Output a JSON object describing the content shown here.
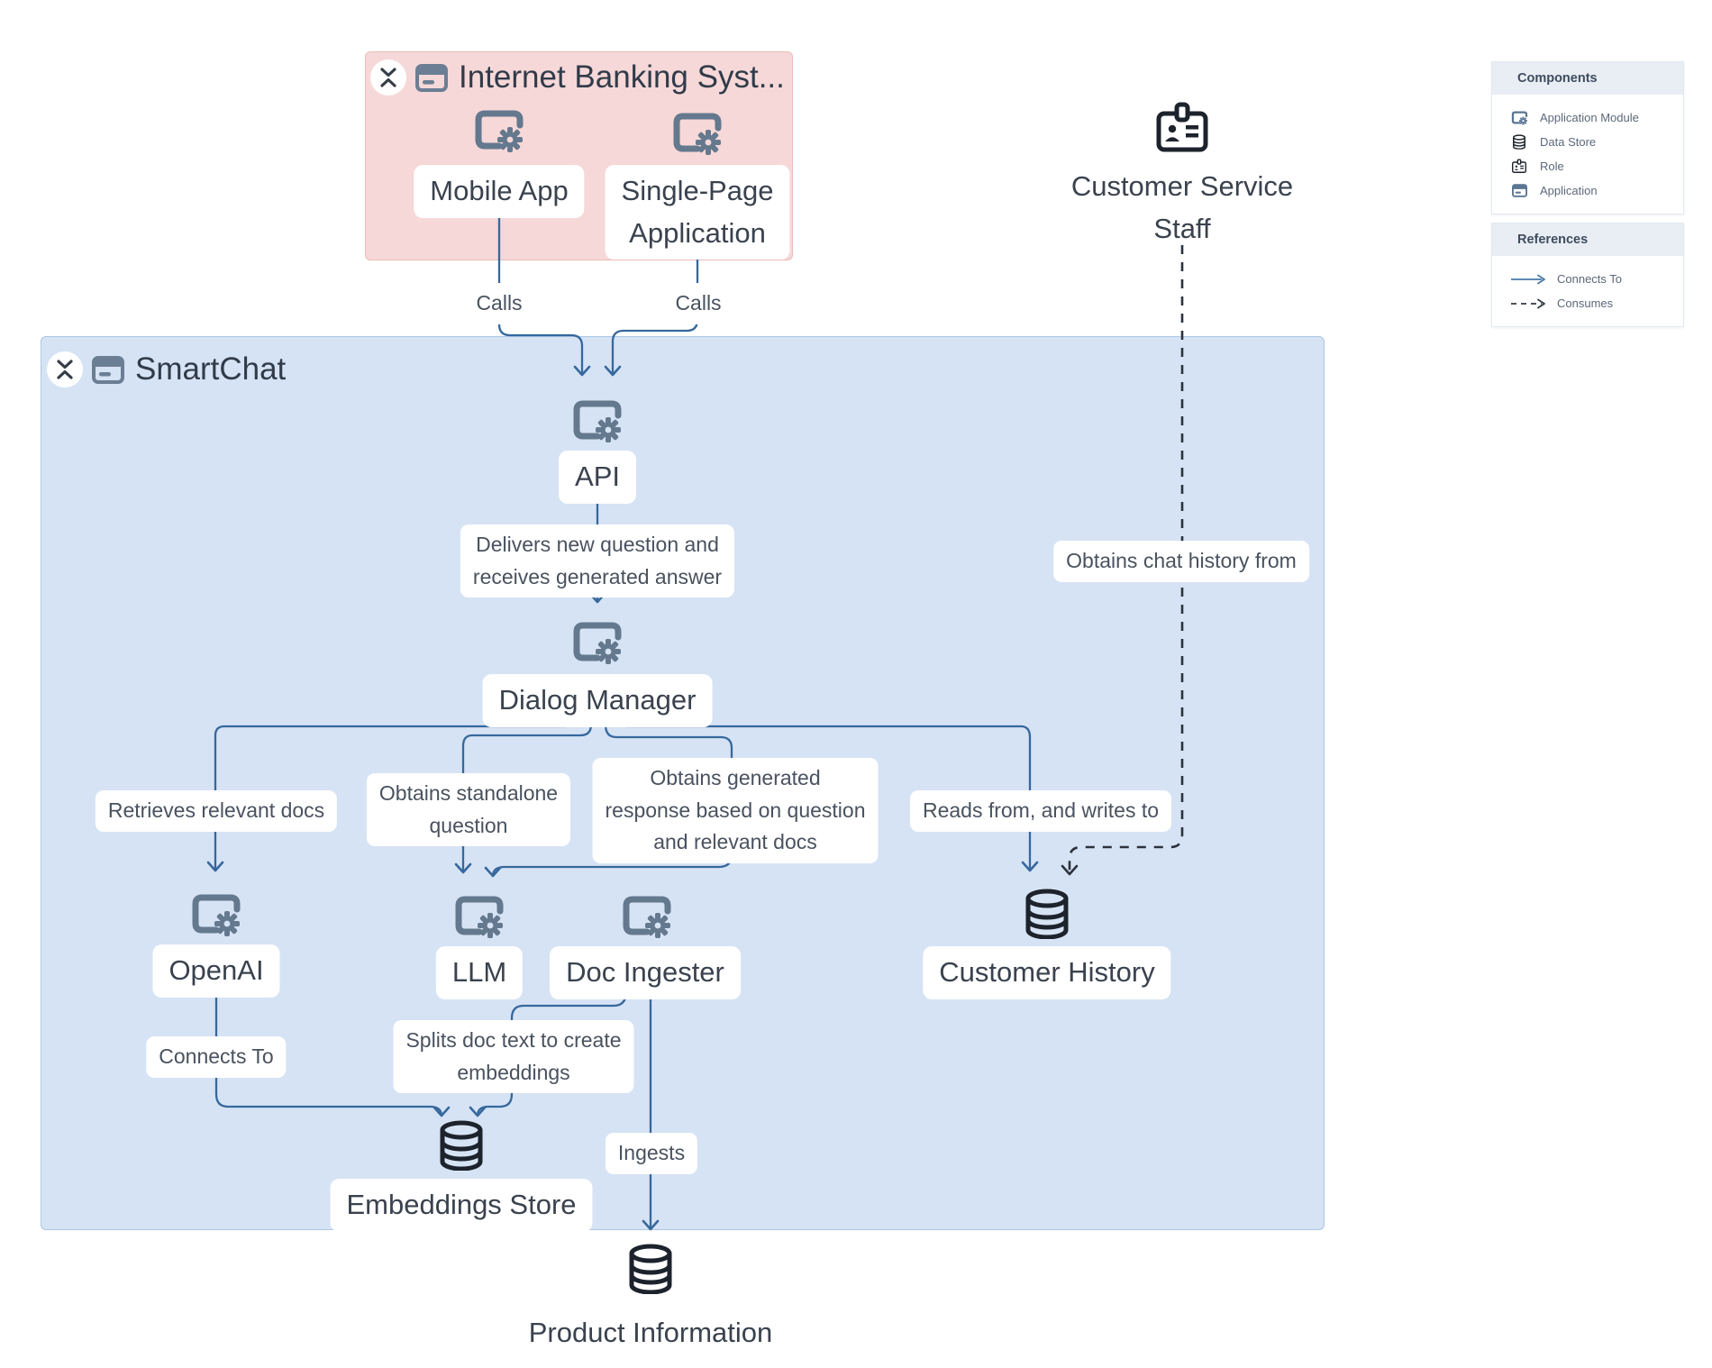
{
  "groups": {
    "internet_banking": {
      "title": "Internet Banking Syst..."
    },
    "smartchat": {
      "title": "SmartChat"
    }
  },
  "nodes": {
    "mobile_app": {
      "label": "Mobile App",
      "type": "application-module"
    },
    "spa": {
      "label": "Single-Page\nApplication",
      "type": "application-module"
    },
    "api": {
      "label": "API",
      "type": "application-module"
    },
    "dialog_manager": {
      "label": "Dialog Manager",
      "type": "application-module"
    },
    "openai": {
      "label": "OpenAI",
      "type": "application-module"
    },
    "llm": {
      "label": "LLM",
      "type": "application-module"
    },
    "doc_ingester": {
      "label": "Doc Ingester",
      "type": "application-module"
    },
    "customer_history": {
      "label": "Customer History",
      "type": "data-store"
    },
    "embeddings_store": {
      "label": "Embeddings Store",
      "type": "data-store"
    },
    "product_information": {
      "label": "Product Information",
      "type": "data-store"
    },
    "customer_service_staff": {
      "label": "Customer Service\nStaff",
      "type": "role"
    }
  },
  "edge_labels": {
    "calls_mobile": "Calls",
    "calls_spa": "Calls",
    "delivers": "Delivers new question and\nreceives generated answer",
    "obtains_chat": "Obtains chat history from",
    "retrieves": "Retrieves relevant docs",
    "standalone": "Obtains standalone\nquestion",
    "generated": "Obtains generated\nresponse based on question\nand relevant docs",
    "reads_writes": "Reads from, and writes to",
    "connects": "Connects To",
    "splits": "Splits doc text to create\nembeddings",
    "ingests": "Ingests"
  },
  "legend": {
    "components": {
      "title": "Components",
      "items": [
        {
          "icon": "application-module-icon",
          "label": "Application Module"
        },
        {
          "icon": "data-store-icon",
          "label": "Data Store"
        },
        {
          "icon": "role-icon",
          "label": "Role"
        },
        {
          "icon": "application-icon",
          "label": "Application"
        }
      ]
    },
    "references": {
      "title": "References",
      "items": [
        {
          "style": "solid",
          "label": "Connects To"
        },
        {
          "style": "dashed",
          "label": "Consumes"
        }
      ]
    }
  },
  "colors": {
    "group_pink_bg": "#f6d8d8",
    "group_pink_border": "#ecbcbc",
    "group_blue_bg": "#d6e3f4",
    "group_blue_border": "#aec6e3",
    "module_icon": "#64788e",
    "edge_solid": "#36689d",
    "edge_dashed": "#2b323d",
    "dark_icon": "#1d232c",
    "label_text": "#3a424e",
    "legend_header_bg": "#e9eef4"
  }
}
